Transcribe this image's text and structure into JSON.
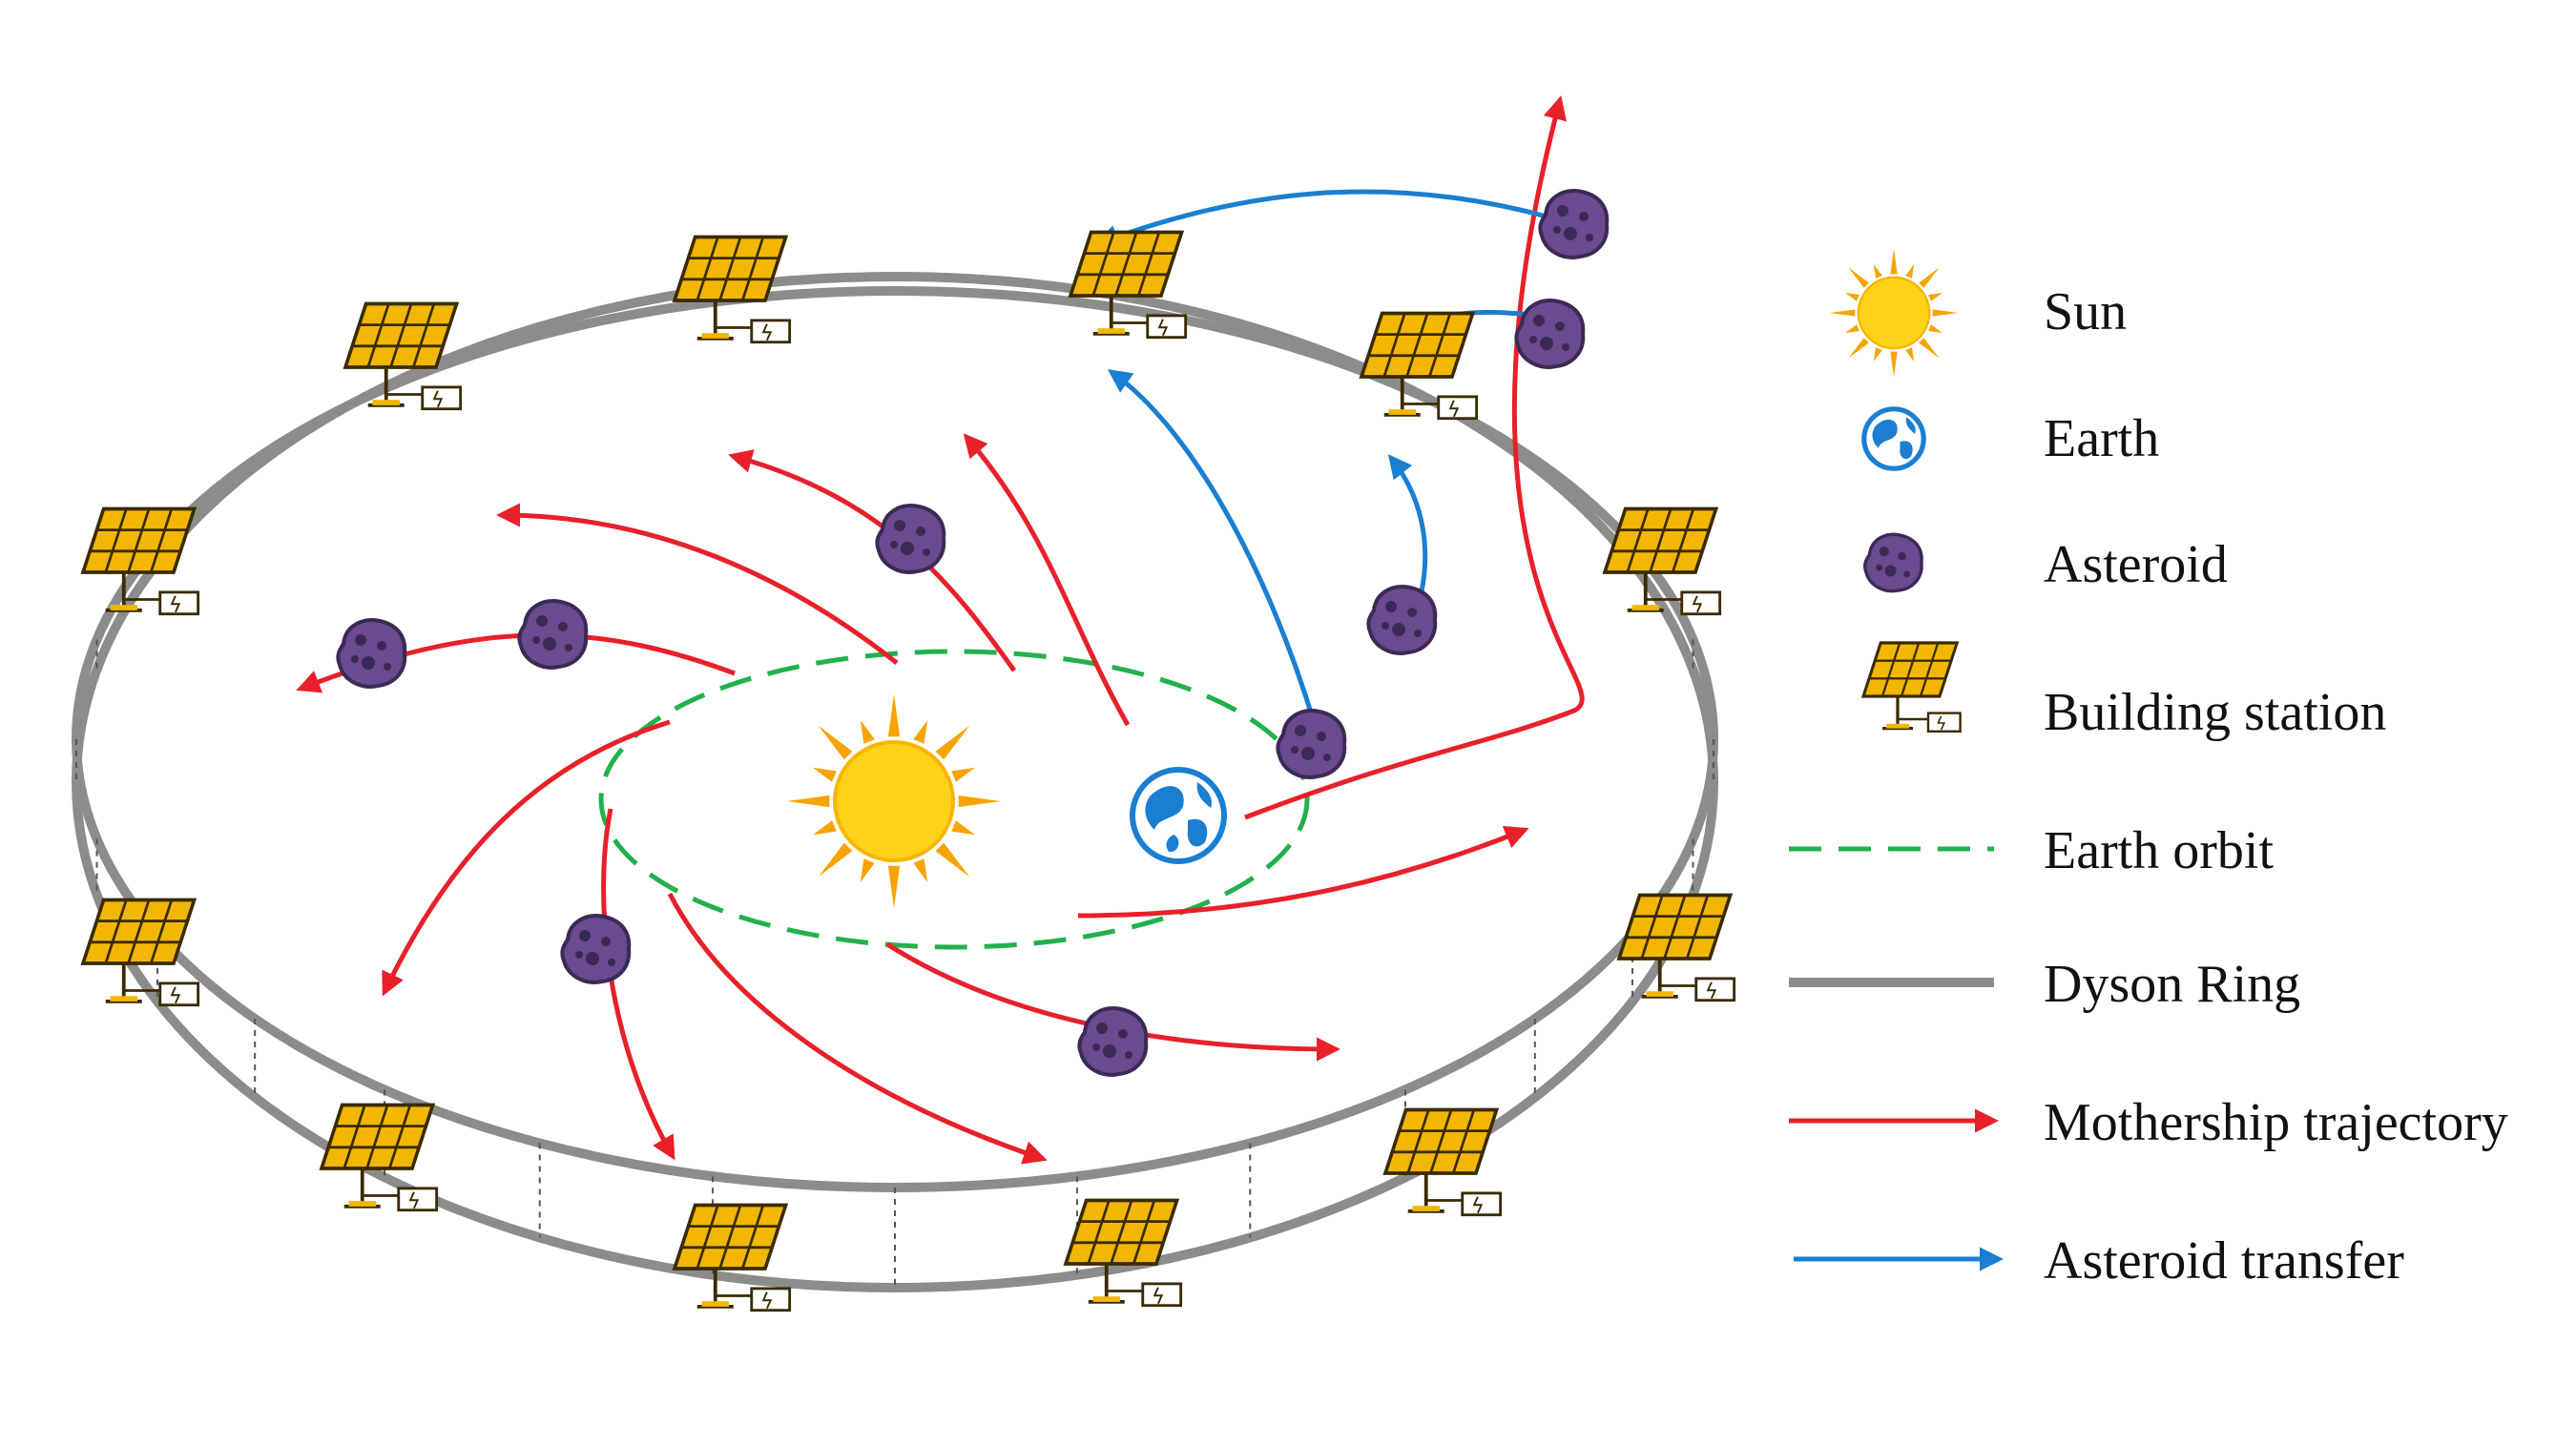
{
  "legend": {
    "items": [
      {
        "key": "sun",
        "label": "Sun"
      },
      {
        "key": "earth",
        "label": "Earth"
      },
      {
        "key": "asteroid",
        "label": "Asteroid"
      },
      {
        "key": "station",
        "label": "Building station"
      },
      {
        "key": "earth_orbit",
        "label": "Earth orbit"
      },
      {
        "key": "dyson_ring",
        "label": "Dyson Ring"
      },
      {
        "key": "mothership",
        "label": "Mothership trajectory"
      },
      {
        "key": "transfer",
        "label": "Asteroid transfer"
      }
    ]
  },
  "colors": {
    "ring": "#8c8c8c",
    "earth_orbit": "#22b14c",
    "mothership": "#e8202a",
    "transfer": "#1a7fd1",
    "asteroid": "#6b4a8f",
    "asteroid_dark": "#3b2a55",
    "panel": "#f2b705",
    "panel_line": "#3a2b00",
    "sun": "#ffcc00",
    "sun_ray": "#f7a400"
  }
}
